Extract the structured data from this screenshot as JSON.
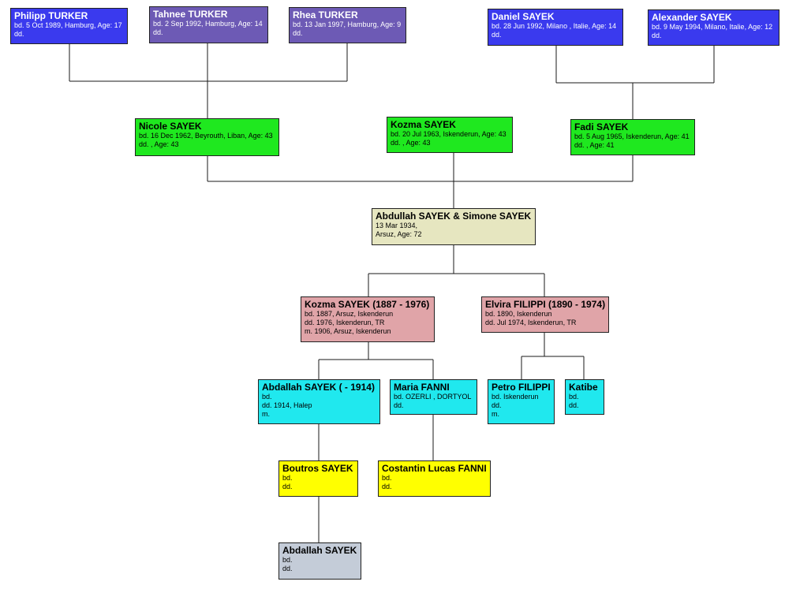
{
  "colors": {
    "gen_grandchildren": "#3a3aee",
    "gen_grandchildren_alt": "#6d5ab5",
    "children": "#1fe81f",
    "root": "#e6e6c0",
    "parents": "#e0a4a8",
    "grandparents": "#20e8ee",
    "great_grandparents": "#ffff00",
    "ancestor": "#c4ccd8",
    "line": "#1a1a1a"
  },
  "people": [
    {
      "id": "philipp",
      "name": "Philipp TURKER",
      "lines": [
        "bd. 5 Oct 1989, Hamburg, Age: 17",
        "dd."
      ],
      "color": "gen_grandchildren"
    },
    {
      "id": "tahnee",
      "name": "Tahnee TURKER",
      "lines": [
        "bd. 2 Sep 1992, Hamburg, Age: 14",
        "dd."
      ],
      "color": "gen_grandchildren_alt"
    },
    {
      "id": "rhea",
      "name": "Rhea TURKER",
      "lines": [
        "bd. 13 Jan 1997, Hamburg, Age: 9",
        "dd."
      ],
      "color": "gen_grandchildren_alt"
    },
    {
      "id": "daniel",
      "name": "Daniel SAYEK",
      "lines": [
        "bd. 28 Jun 1992, Milano , Italie, Age: 14",
        "dd."
      ],
      "color": "gen_grandchildren"
    },
    {
      "id": "alexander",
      "name": "Alexander SAYEK",
      "lines": [
        "bd. 9 May 1994, Milano, Italie, Age: 12",
        "dd."
      ],
      "color": "gen_grandchildren"
    },
    {
      "id": "nicole",
      "name": "Nicole SAYEK",
      "lines": [
        "bd. 16 Dec 1962, Beyrouth, Liban, Age: 43",
        "dd. , Age: 43"
      ],
      "color": "children"
    },
    {
      "id": "kozma2",
      "name": "Kozma SAYEK",
      "lines": [
        "bd. 20 Jul 1963, Iskenderun, Age: 43",
        "dd. , Age: 43"
      ],
      "color": "children"
    },
    {
      "id": "fadi",
      "name": "Fadi SAYEK",
      "lines": [
        "bd. 5 Aug 1965, Iskenderun, Age: 41",
        "dd. , Age: 41"
      ],
      "color": "children"
    },
    {
      "id": "couple",
      "name": "Abdullah SAYEK & Simone SAYEK",
      "lines": [
        "13 Mar 1934,",
        "Arsuz, Age: 72"
      ],
      "color": "root"
    },
    {
      "id": "kozma1",
      "name": "Kozma SAYEK (1887 - 1976)",
      "lines": [
        "bd. 1887, Arsuz, Iskenderun",
        "dd. 1976, Iskenderun, TR",
        "m. 1906, Arsuz, Iskenderun"
      ],
      "color": "parents"
    },
    {
      "id": "elvira",
      "name": "Elvira FILIPPI (1890 - 1974)",
      "lines": [
        "bd. 1890, Iskenderun",
        "dd. Jul 1974, Iskenderun, TR"
      ],
      "color": "parents"
    },
    {
      "id": "abdallah1",
      "name": "Abdallah SAYEK ( - 1914)",
      "lines": [
        "bd.",
        "dd. 1914, Halep",
        "m."
      ],
      "color": "grandparents"
    },
    {
      "id": "maria",
      "name": "Maria FANNI",
      "lines": [
        "bd. OZERLI , DORTYOL",
        "dd."
      ],
      "color": "grandparents"
    },
    {
      "id": "petro",
      "name": "Petro FILIPPI",
      "lines": [
        "bd. Iskenderun",
        "dd.",
        "m."
      ],
      "color": "grandparents"
    },
    {
      "id": "katibe",
      "name": "Katibe",
      "lines": [
        "bd.",
        "dd."
      ],
      "color": "grandparents"
    },
    {
      "id": "boutros",
      "name": "Boutros SAYEK",
      "lines": [
        "bd.",
        "dd."
      ],
      "color": "great_grandparents"
    },
    {
      "id": "costantin",
      "name": "Costantin Lucas FANNI",
      "lines": [
        "bd.",
        "dd."
      ],
      "color": "great_grandparents"
    },
    {
      "id": "abdallah0",
      "name": "Abdallah SAYEK",
      "lines": [
        "bd.",
        "dd."
      ],
      "color": "ancestor"
    }
  ]
}
